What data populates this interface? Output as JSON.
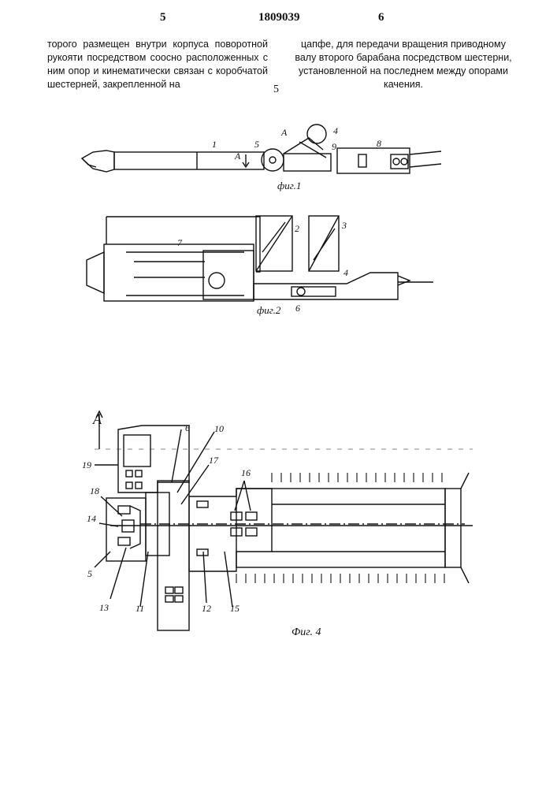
{
  "header": {
    "left_page": "5",
    "patent_number": "1809039",
    "right_page": "6"
  },
  "text": {
    "left_column": "торого размещен внутри корпуса поворотной рукояти посредством соосно расположенных с ним опор и кинематически связан с коробчатой шестерней, закрепленной на",
    "right_column": "цапфе, для передачи вращения приводному валу второго барабана посредством шестерни, установленной на последнем между опорами качения.",
    "line_number": "5"
  },
  "figures": {
    "fig1": {
      "caption": "фиг.1",
      "labels": [
        "1",
        "5",
        "А",
        "4",
        "9",
        "8",
        "А"
      ]
    },
    "fig2": {
      "caption": "фиг.2",
      "labels": [
        "7",
        "2",
        "3",
        "4",
        "6"
      ]
    },
    "fig4": {
      "caption": "Фиг. 4",
      "labels": [
        "А",
        "19",
        "6",
        "10",
        "17",
        "16",
        "18",
        "14",
        "5",
        "13",
        "11",
        "12",
        "15"
      ]
    }
  }
}
